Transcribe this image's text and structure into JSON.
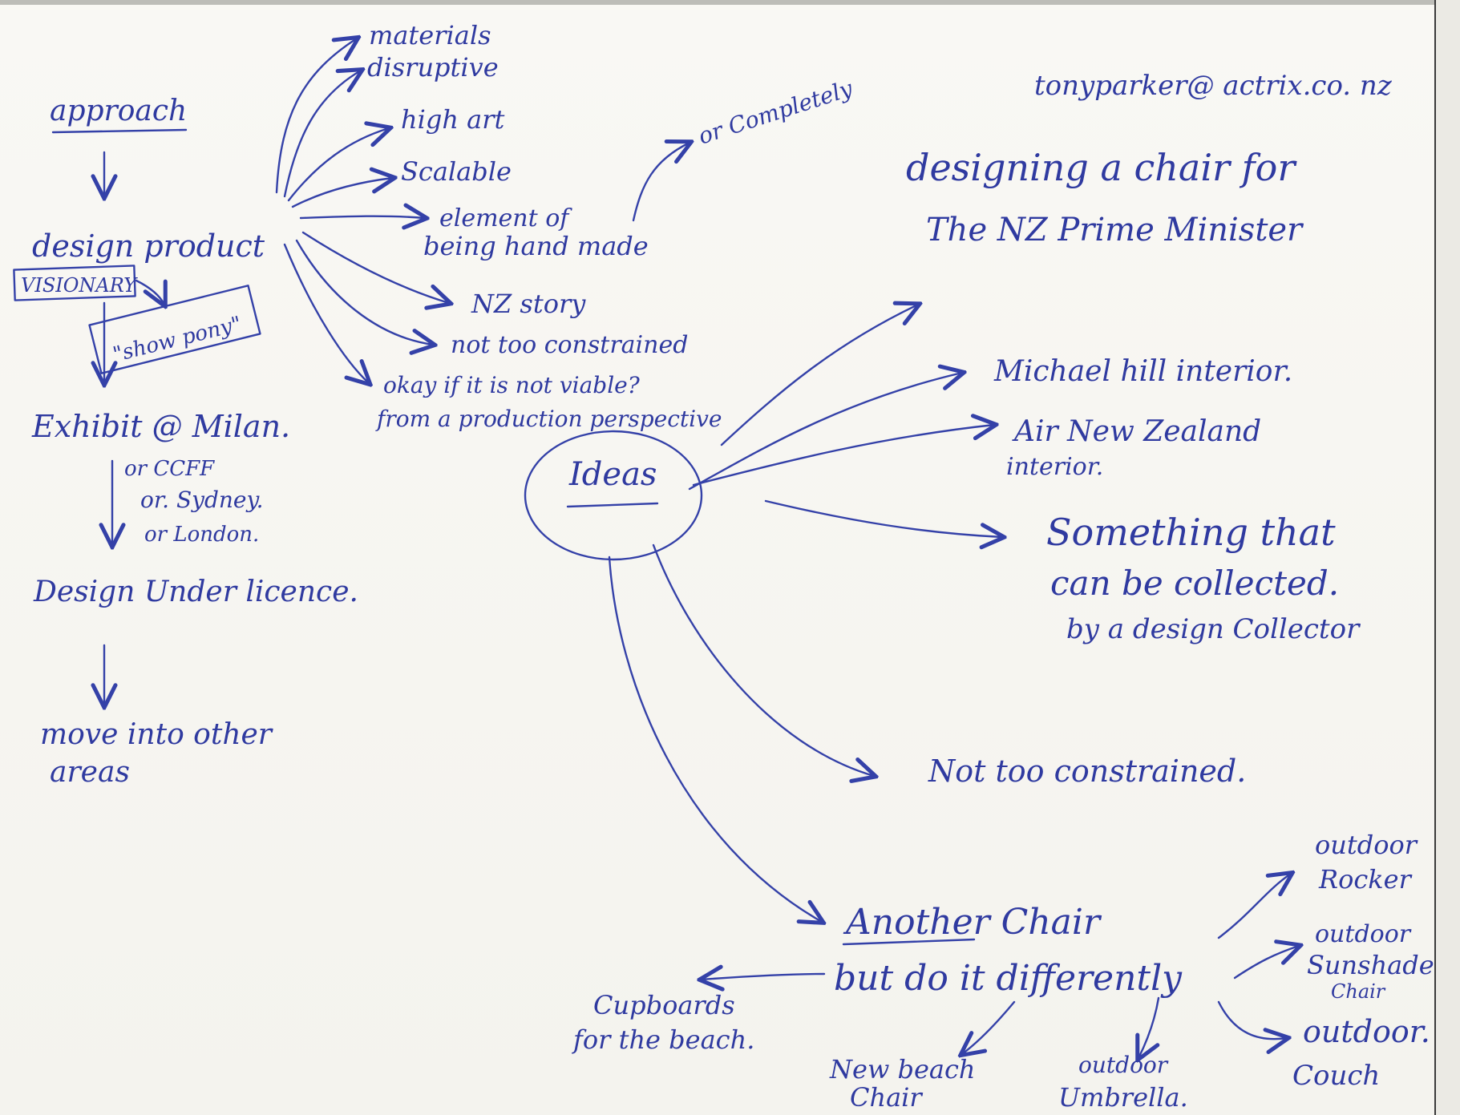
{
  "colors": {
    "ink": "#2f3aa0",
    "paper": "#f7f6f1"
  },
  "sketch": {
    "email": "tonyparker@ actrix.co. nz",
    "title_line1": "designing a chair for",
    "title_line2": "The NZ Prime Minister",
    "approach": "approach",
    "design_product": "design product",
    "visionary": "VISIONARY",
    "show_pony": "\"show pony\"",
    "exhibit": "Exhibit @ Milan.",
    "or_ccff": "or CCFF",
    "or_sydney": "or. Sydney.",
    "or_london": "or London.",
    "design_licence": "Design Under licence.",
    "move_into": "move into other",
    "areas": "areas",
    "materials": "materials",
    "disruptive": "disruptive",
    "or_completely": "or Completely",
    "high_art": "high art",
    "scalable": "Scalable",
    "element_of": "element of",
    "being_hand_made": "being hand made",
    "nz_story": "NZ story",
    "not_too_constrained_small": "not too constrained",
    "okay_if": "okay if it is not viable?",
    "from_production": "from a production perspective",
    "ideas": "Ideas",
    "michael_hill": "Michael hill interior.",
    "air_nz_1": "Air New Zealand",
    "air_nz_2": "interior.",
    "something_1": "Something that",
    "something_2": "can be collected.",
    "something_3": "by a design Collector",
    "not_too_constrained": "Not too constrained.",
    "another_chair": "Another Chair",
    "do_it_differently": "but do it differently",
    "outdoor_rocker_1": "outdoor",
    "outdoor_rocker_2": "Rocker",
    "outdoor_sunshade_1": "outdoor",
    "outdoor_sunshade_2": "Sunshade",
    "outdoor_sunshade_3": "Chair",
    "outdoor_couch_1": "outdoor.",
    "outdoor_couch_2": "Couch",
    "cupboards_1": "Cupboards",
    "cupboards_2": "for the beach.",
    "new_beach_1": "New beach",
    "new_beach_2": "Chair",
    "outdoor_umbrella_1": "outdoor",
    "outdoor_umbrella_2": "Umbrella."
  }
}
